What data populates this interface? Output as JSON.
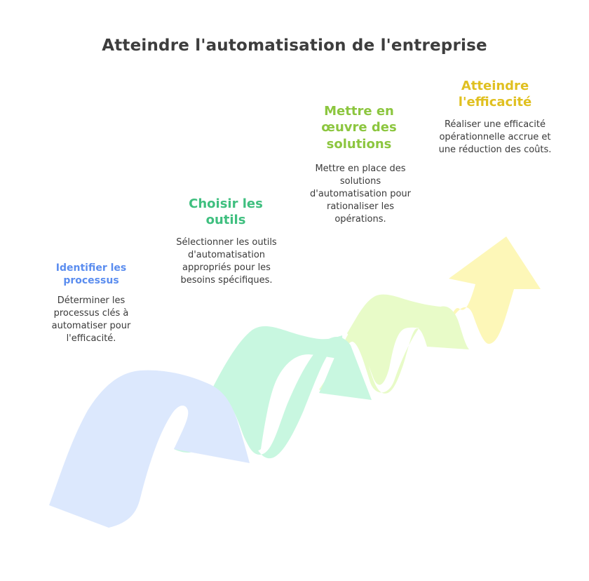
{
  "title": "Atteindre l'automatisation de l'entreprise",
  "colors": {
    "step1": "#5b8def",
    "step2": "#3fbf7f",
    "step3": "#8cc63f",
    "step4": "#e0c020",
    "ribbon1": "#dce8fd",
    "ribbon2": "#c8f7e0",
    "ribbon3": "#e8fbc8",
    "ribbon4": "#fdf7b8"
  },
  "steps": [
    {
      "title": "Identifier les processus",
      "description": "Déterminer les processus clés à automatiser pour l'efficacité."
    },
    {
      "title": "Choisir les outils",
      "description": "Sélectionner les outils d'automatisation appropriés pour les besoins spécifiques."
    },
    {
      "title": "Mettre en œuvre des solutions",
      "description": "Mettre en place des solutions d'automatisation pour rationaliser les opérations."
    },
    {
      "title": "Atteindre l'efficacité",
      "description": "Réaliser une efficacité opérationnelle accrue et une réduction des coûts."
    }
  ]
}
